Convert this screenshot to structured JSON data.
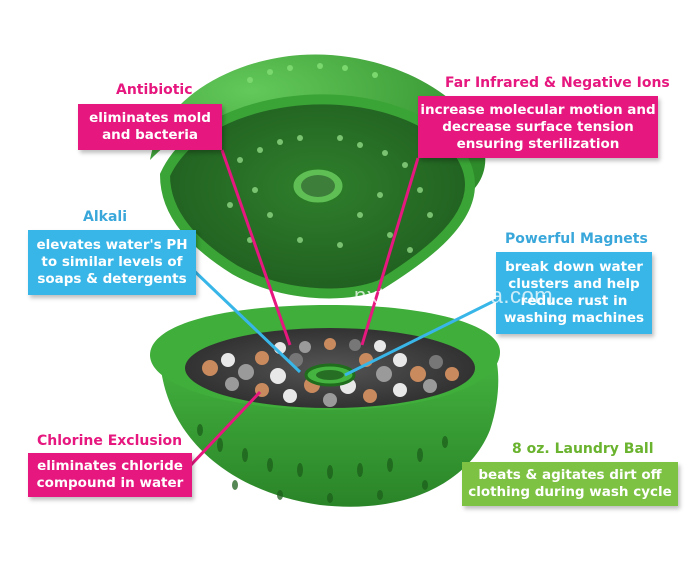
{
  "colors": {
    "pink": "#e6177e",
    "blue": "#39b6e8",
    "green": "#7dc242",
    "title_pink": "#e6177e",
    "title_blue": "#3aa7db",
    "title_green": "#6ab32e",
    "product_green": "#3ea33c"
  },
  "callouts": {
    "antibiotic": {
      "title": "Antibiotic",
      "text": "eliminates mold\nand bacteria"
    },
    "far_infrared": {
      "title": "Far Infrared & Negative Ions",
      "text": "increase molecular motion and\ndecrease surface tension\nensuring sterilization"
    },
    "alkali": {
      "title": "Alkali",
      "text": "elevates water's PH\nto similar levels of\nsoaps & detergents"
    },
    "magnets": {
      "title": "Powerful Magnets",
      "text": "break down water\nclusters and help\nreduce rust in\nwashing machines"
    },
    "chlorine": {
      "title": "Chlorine Exclusion",
      "text": "eliminates chloride\ncompound in water"
    },
    "laundry_ball": {
      "title": "8 oz. Laundry Ball",
      "text": "beats & agitates dirt off\nclothing during wash cycle"
    }
  },
  "watermark": "nxtl.en.alibaba.com"
}
